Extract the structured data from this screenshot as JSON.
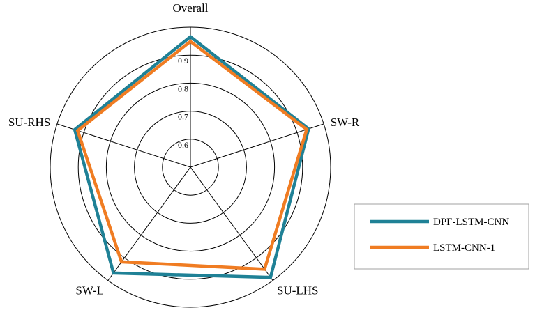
{
  "chart_data": {
    "type": "radar",
    "axes": [
      "Overall",
      "SW-R",
      "SU-LHS",
      "SW-L",
      "SU-RHS"
    ],
    "rlim": [
      0.5,
      1.0
    ],
    "ticks": [
      0.6,
      0.7,
      0.8,
      0.9
    ],
    "tick_labels": [
      "0.6",
      "0.7",
      "0.8",
      "0.9"
    ],
    "grid": true,
    "legend_position": "right",
    "series": [
      {
        "name": "DPF-LSTM-CNN",
        "color": "#1f8196",
        "values": [
          0.966,
          0.943,
          0.986,
          0.967,
          0.934
        ]
      },
      {
        "name": "LSTM-CNN-1",
        "color": "#f07c22",
        "values": [
          0.949,
          0.936,
          0.95,
          0.918,
          0.923
        ]
      }
    ]
  }
}
